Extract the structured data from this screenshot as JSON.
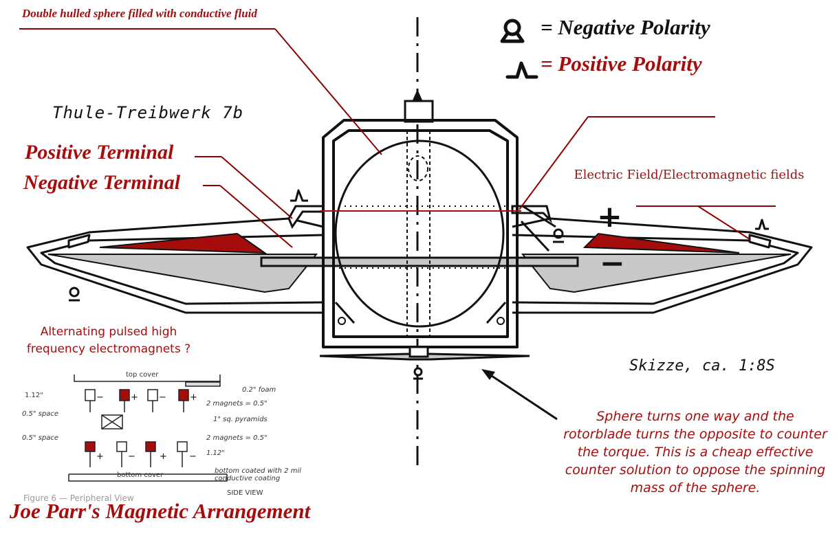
{
  "labels": {
    "top_title": "Double hulled sphere filled with conductive fluid",
    "positive_terminal": "Positive Terminal",
    "negative_terminal": "Negative Terminal",
    "legend_negative": "= Negative Polarity",
    "legend_positive": "= Positive Polarity",
    "sketch_title": "Thule-Treibwerk 7b",
    "scale": "Skizze, ca. 1:8S",
    "electric_field": "Electric Field/Electromagnetic fields",
    "alternating": "Alternating pulsed high frequency electromagnets ?",
    "sphere_note": "Sphere turns one way and the rotorblade turns the opposite to counter the torque. This is a cheap effective counter solution to oppose the spinning mass of the sphere.",
    "joe_parr": "Joe Parr's Magnetic Arrangement",
    "plus": "+",
    "minus": "−"
  },
  "inset": {
    "top_cover": "top cover",
    "bottom_cover": "bottom cover",
    "foam": "0.2\" foam",
    "dim_112_top": "1.12\"",
    "dim_112_bottom": "1.12\"",
    "magnets_top": "2 magnets = 0.5\"",
    "magnets_bottom": "2 magnets = 0.5\"",
    "space_top": "0.5\" space",
    "space_bottom": "0.5\" space",
    "pyramids": "1\" sq. pyramids",
    "coating": "bottom coated with 2 mil conductive coating",
    "side_view": "SIDE VIEW",
    "figure_caption": "Figure 6 — Peripheral View"
  },
  "colors": {
    "accent_red": "#a50d0d",
    "gray_fill": "#c8c8c8",
    "ink": "#111111"
  }
}
